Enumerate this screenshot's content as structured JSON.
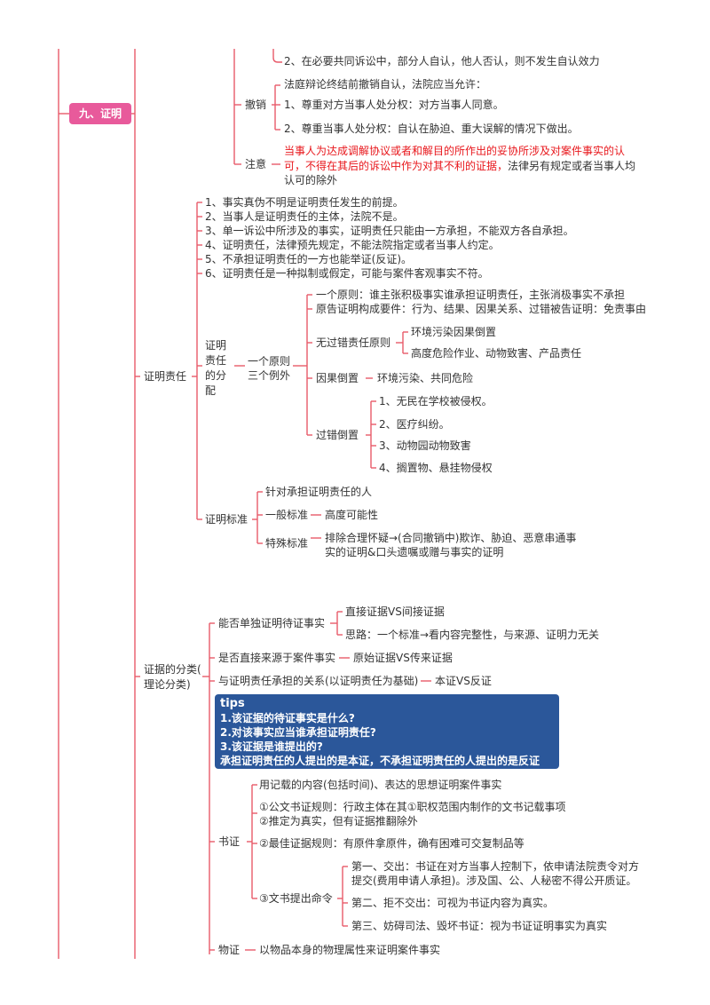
{
  "root": "九、证明",
  "top": {
    "item2": "2、在必要共同诉讼中，部分人自认，他人否认，则不发生自认效力",
    "withdraw": {
      "label": "撤销",
      "intro": "法庭辩论终结前撤销自认，法院应当允许：",
      "c1": "1、尊重对方当事人处分权：对方当事人同意。",
      "c2": "2、尊重当事人处分权：自认在胁迫、重大误解的情况下做出。"
    },
    "note": {
      "label": "注意",
      "red1": "当事人为达成调解协议或者和解目的所作出的妥协所涉及对案件事实的认",
      "red2": "可，不得在其后的诉讼中作为对其不利的证据，",
      "black2": "法律另有规定或者当事人均",
      "black3": "认可的除外"
    }
  },
  "burden": {
    "label": "证明责任",
    "points": [
      "1、事实真伪不明是证明责任发生的前提。",
      "2、当事人是证明责任的主体，法院不是。",
      "3、单一诉讼中所涉及的事实，证明责任只能由一方承担，不能双方各自承担。",
      "4、证明责任，法律预先规定，不能法院指定或者当事人约定。",
      "5、不承担证明责任的一方也能举证(反证)。",
      "6、证明责任是一种拟制或假定，可能与案件客观事实不符。"
    ],
    "allocation": {
      "label_lines": [
        "证明",
        "责任",
        "的分",
        "配"
      ],
      "principle_lines": [
        "一个原则",
        "三个例外"
      ],
      "one_principle": "一个原则：谁主张积极事实谁承担证明责任，主张消极事实不承担",
      "plaintiff": "原告证明构成要件：行为、结果、因果关系、过错被告证明：免责事由",
      "no_fault": {
        "label": "无过错责任原则",
        "items": [
          "环境污染因果倒置",
          "高度危险作业、动物致害、产品责任"
        ]
      },
      "causal": {
        "label": "因果倒置",
        "item": "环境污染、共同危险"
      },
      "fault_reverse": {
        "label": "过错倒置",
        "items": [
          "1、无民在学校被侵权。",
          "2、医疗纠纷。",
          "3、动物园动物致害",
          "4、搁置物、悬挂物侵权"
        ]
      }
    },
    "standard": {
      "label": "证明标准",
      "target": "针对承担证明责任的人",
      "general": {
        "label": "一般标准",
        "value": "高度可能性"
      },
      "special": {
        "label": "特殊标准",
        "line1": "排除合理怀疑→(合同撤销中)欺诈、胁迫、恶意串通事",
        "line2": "实的证明&口头遗嘱或赠与事实的证明"
      }
    }
  },
  "evidence": {
    "label_lines": [
      "证据的分类(",
      "理论分类)"
    ],
    "alone": {
      "label": "能否单独证明待证事实",
      "a": "直接证据VS间接证据",
      "b": "思路：一个标准→看内容完整性，与来源、证明力无关"
    },
    "direct": {
      "label": "是否直接来源于案件事实",
      "value": "原始证据VS传来证据"
    },
    "relation": {
      "label": "与证明责任承担的关系(以证明责任为基础)",
      "value": "本证VS反证"
    },
    "tips": [
      "tips",
      "1.该证据的待证事实是什么?",
      "2.对该事实应当谁承担证明责任?",
      "3.该证据是谁提出的?",
      "承担证明责任的人提出的是本证，不承担证明责任的人提出的是反证"
    ]
  },
  "document": {
    "label": "书证",
    "content": "用记载的内容(包括时间)、表达的思想证明案件事实",
    "official1": "①公文书证规则：行政主体在其①职权范围内制作的文书记载事项",
    "official2": "②推定为真实，但有证据推翻除外",
    "best": "②最佳证据规则：有原件拿原件，确有困难可交复制品等",
    "order": {
      "label": "③文书提出命令",
      "first1": "第一、交出：书证在对方当事人控制下，依申请法院责令对方",
      "first2": "提交(费用申请人承担)。涉及国、公、人秘密不得公开质证。",
      "second": "第二、拒不交出：可视为书证内容为真实。",
      "third": "第三、妨碍司法、毁坏书证：视为书证证明事实为真实"
    }
  },
  "physical": {
    "label": "物证",
    "value": "以物品本身的物理属性来证明案件事实"
  }
}
